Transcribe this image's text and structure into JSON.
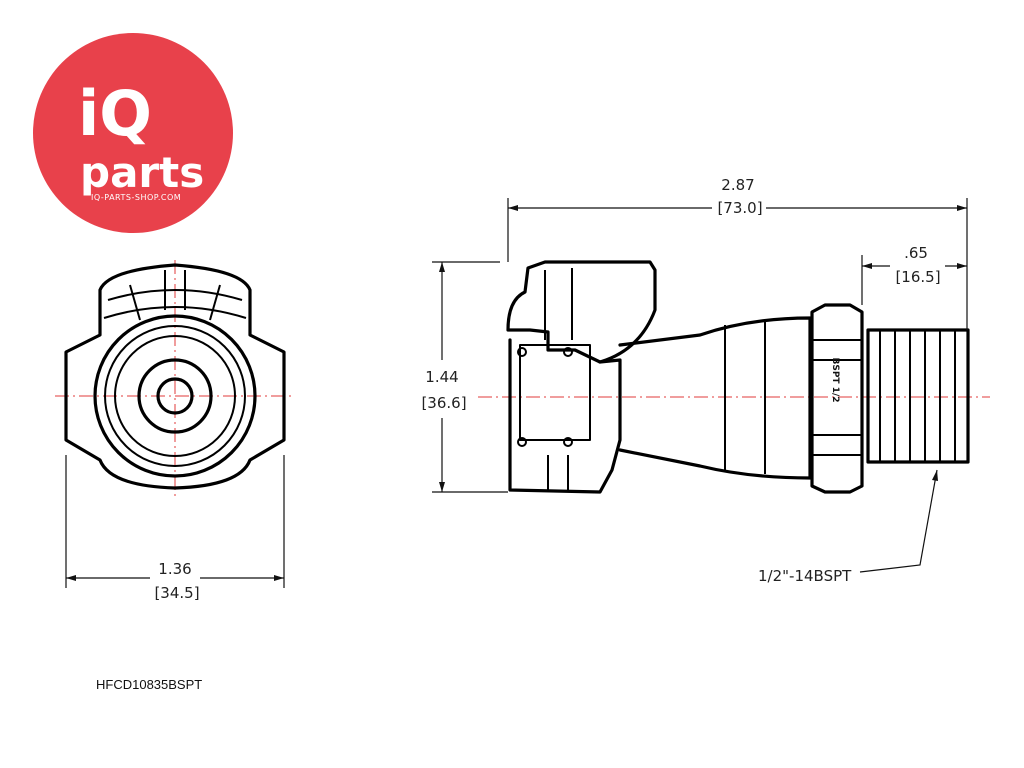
{
  "logo": {
    "brand_line1": "iQ",
    "brand_line2": "parts",
    "website": "IQ-PARTS-SHOP.COM",
    "color": "#e8414b"
  },
  "front_view": {
    "width_in": "1.36",
    "width_mm": "[34.5]"
  },
  "side_view": {
    "length_in": "2.87",
    "length_mm": "[73.0]",
    "height_in": "1.44",
    "height_mm": "[36.6]",
    "thread_len_in": ".65",
    "thread_len_mm": "[16.5]",
    "thread_callout": "1/2\"-14BSPT",
    "body_marking": "BSPT 1/2"
  },
  "part_number": "HFCD10835BSPT"
}
